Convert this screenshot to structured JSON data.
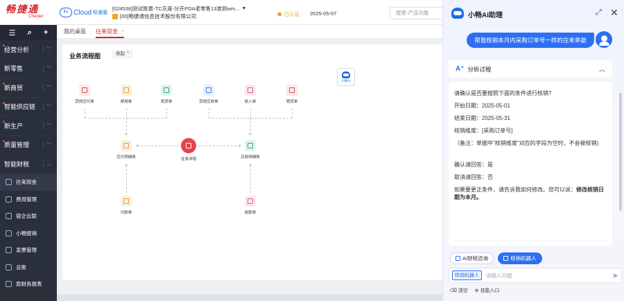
{
  "header": {
    "logo_cn": "畅捷通",
    "logo_en": "Chanjet",
    "cloud_badge": "T+",
    "cloud_label": "Cloud",
    "cloud_edition": "标准版",
    "account_line": "[024538]测试账套-TC灰度-分开PDA老零售13准则wm...",
    "company_line": "[00]畅捷通信息技术股份有限公司",
    "certified_label": "已认证",
    "date": "2025-05-07",
    "search_placeholder": "搜索-产品功能"
  },
  "sidebar": {
    "tools": {
      "menu": "☰",
      "search": "⌕",
      "add": "+"
    },
    "items": [
      {
        "label": "经营分析",
        "marked": true
      },
      {
        "label": "新零售",
        "marked": false
      },
      {
        "label": "新商贸",
        "marked": true
      },
      {
        "label": "智能供应链",
        "marked": true
      },
      {
        "label": "新生产",
        "marked": true
      },
      {
        "label": "质量管理",
        "marked": true
      },
      {
        "label": "智能财税",
        "marked": false
      }
    ],
    "subitems": [
      {
        "label": "往来现金",
        "active": true
      },
      {
        "label": "费用管理",
        "active": false
      },
      {
        "label": "银企云联",
        "active": false
      },
      {
        "label": "小畅报销",
        "active": false
      },
      {
        "label": "发票管理",
        "active": false
      },
      {
        "label": "总账",
        "active": false
      },
      {
        "label": "原财务报表",
        "active": false
      }
    ]
  },
  "tabs": [
    {
      "label": "我的桌面"
    },
    {
      "label": "往来现金",
      "close": "×"
    }
  ],
  "flow": {
    "title": "业务流程图",
    "collapse_label": "收起 ⌃",
    "robot_label": "小畅AI",
    "nodes": {
      "other_payable": "其他应付单",
      "expense": "费用单",
      "purchase_in": "进货单",
      "other_receivable": "其他应收单",
      "income": "收入单",
      "sales": "销货单",
      "payable_detail": "应付明细账",
      "settlement": "往来冲销",
      "receivable_detail": "应收明细账",
      "payment": "付款单",
      "receipt": "收款单"
    }
  },
  "assistant": {
    "title": "小畅AI助理",
    "expand_icon": "⤢",
    "close_icon": "✕",
    "user_message": "帮我核销本月内采购订单号一样的往来单据",
    "analysis_title": "分析过程",
    "response": {
      "intro": "请确认是否要按照下面的条件进行核销?",
      "start": "开始日期：2025-05-01",
      "end": "结束日期：2025-05-31",
      "dimension": "核销维度：[采购订单号]",
      "note": "（备注：单据中\"核销维度\"对应的字段为空时，不会被核销)",
      "confirm": "确认请回答：是",
      "cancel": "取消请回答：否",
      "hint_prefix": "如果要更正条件，请告诉我如何修改。您可以说：",
      "hint_bold": "修改核销日期为本月。"
    },
    "chips": [
      {
        "label": "AI财税咨询",
        "active": false
      },
      {
        "label": "核销机器人",
        "active": true
      }
    ],
    "input_mode": "核销机器人",
    "input_placeholder": "请输入问题",
    "send_icon": "➤",
    "footer": {
      "clear": "清空",
      "skill": "技能入口"
    }
  },
  "colors": {
    "brand_red": "#d7242a",
    "accent_blue": "#2d6ff2",
    "sidebar_bg": "#2a2f3c"
  }
}
